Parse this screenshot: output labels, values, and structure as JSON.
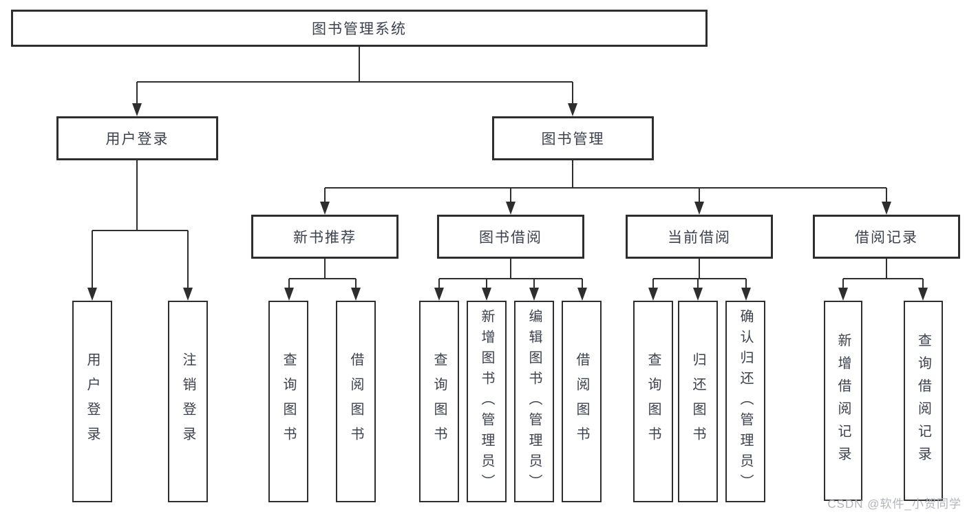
{
  "tree": {
    "root": {
      "label": "图书管理系统",
      "children": [
        {
          "label": "用户登录",
          "children": [
            {
              "label": "用户登录"
            },
            {
              "label": "注销登录"
            }
          ]
        },
        {
          "label": "图书管理",
          "children": [
            {
              "label": "新书推荐",
              "children": [
                {
                  "label": "查询图书"
                },
                {
                  "label": "借阅图书"
                }
              ]
            },
            {
              "label": "图书借阅",
              "children": [
                {
                  "label": "查询图书"
                },
                {
                  "label": "新增图书（管理员）"
                },
                {
                  "label": "编辑图书（管理员）"
                },
                {
                  "label": "借阅图书"
                }
              ]
            },
            {
              "label": "当前借阅",
              "children": [
                {
                  "label": "查询图书"
                },
                {
                  "label": "归还图书"
                },
                {
                  "label": "确认归还（管理员）"
                }
              ]
            },
            {
              "label": "借阅记录",
              "children": [
                {
                  "label": "新增借阅记录"
                },
                {
                  "label": "查询借阅记录"
                }
              ]
            }
          ]
        }
      ]
    }
  },
  "watermark": {
    "text": "CSDN @软件_小贺同学"
  },
  "colors": {
    "line": "#2e2e2e",
    "box_border": "#2e2e2e",
    "box_fill": "#ffffff",
    "text": "#3b414d",
    "watermark_text": "#b1b4bb",
    "background": "#ffffff"
  }
}
